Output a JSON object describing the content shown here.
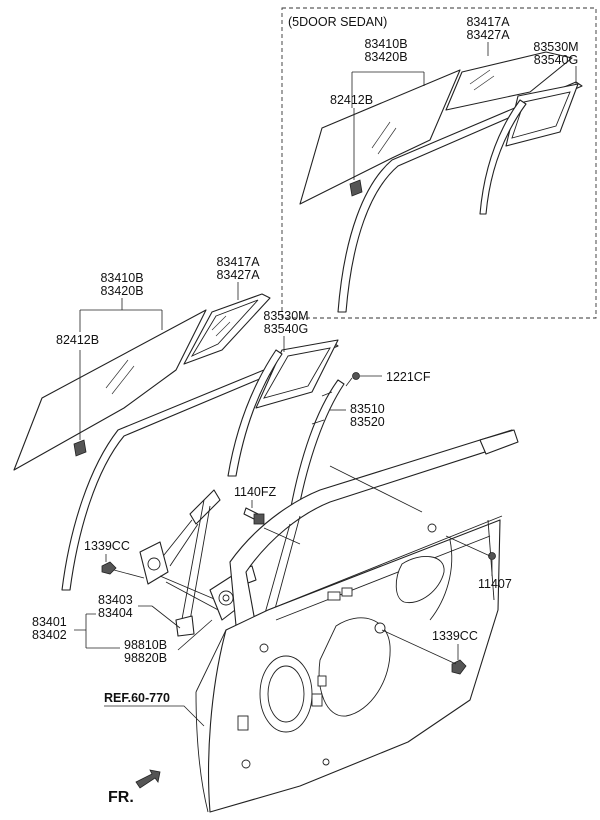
{
  "inset": {
    "title": "(5DOOR SEDAN)",
    "labels": {
      "quarter_glass_a": "83417A",
      "quarter_glass_b": "83427A",
      "door_glass_a": "83410B",
      "door_glass_b": "83420B",
      "run_channel_a": "83530M",
      "run_channel_b": "83540G",
      "glass_clip": "82412B"
    }
  },
  "main": {
    "labels": {
      "quarter_glass_a": "83417A",
      "quarter_glass_b": "83427A",
      "door_glass_a": "83410B",
      "door_glass_b": "83420B",
      "glass_clip": "82412B",
      "run_channel_a": "83530M",
      "run_channel_b": "83540G",
      "bolt_1221": "1221CF",
      "center_channel_a": "83510",
      "center_channel_b": "83520",
      "bolt_1140": "1140FZ",
      "nut_1339_left": "1339CC",
      "regulator_a": "83403",
      "regulator_b": "83404",
      "regulator_assy_a": "83401",
      "regulator_assy_b": "83402",
      "motor_a": "98810B",
      "motor_b": "98820B",
      "bolt_11407": "11407",
      "nut_1339_right": "1339CC",
      "ref": "REF.60-770",
      "front": "FR."
    }
  }
}
